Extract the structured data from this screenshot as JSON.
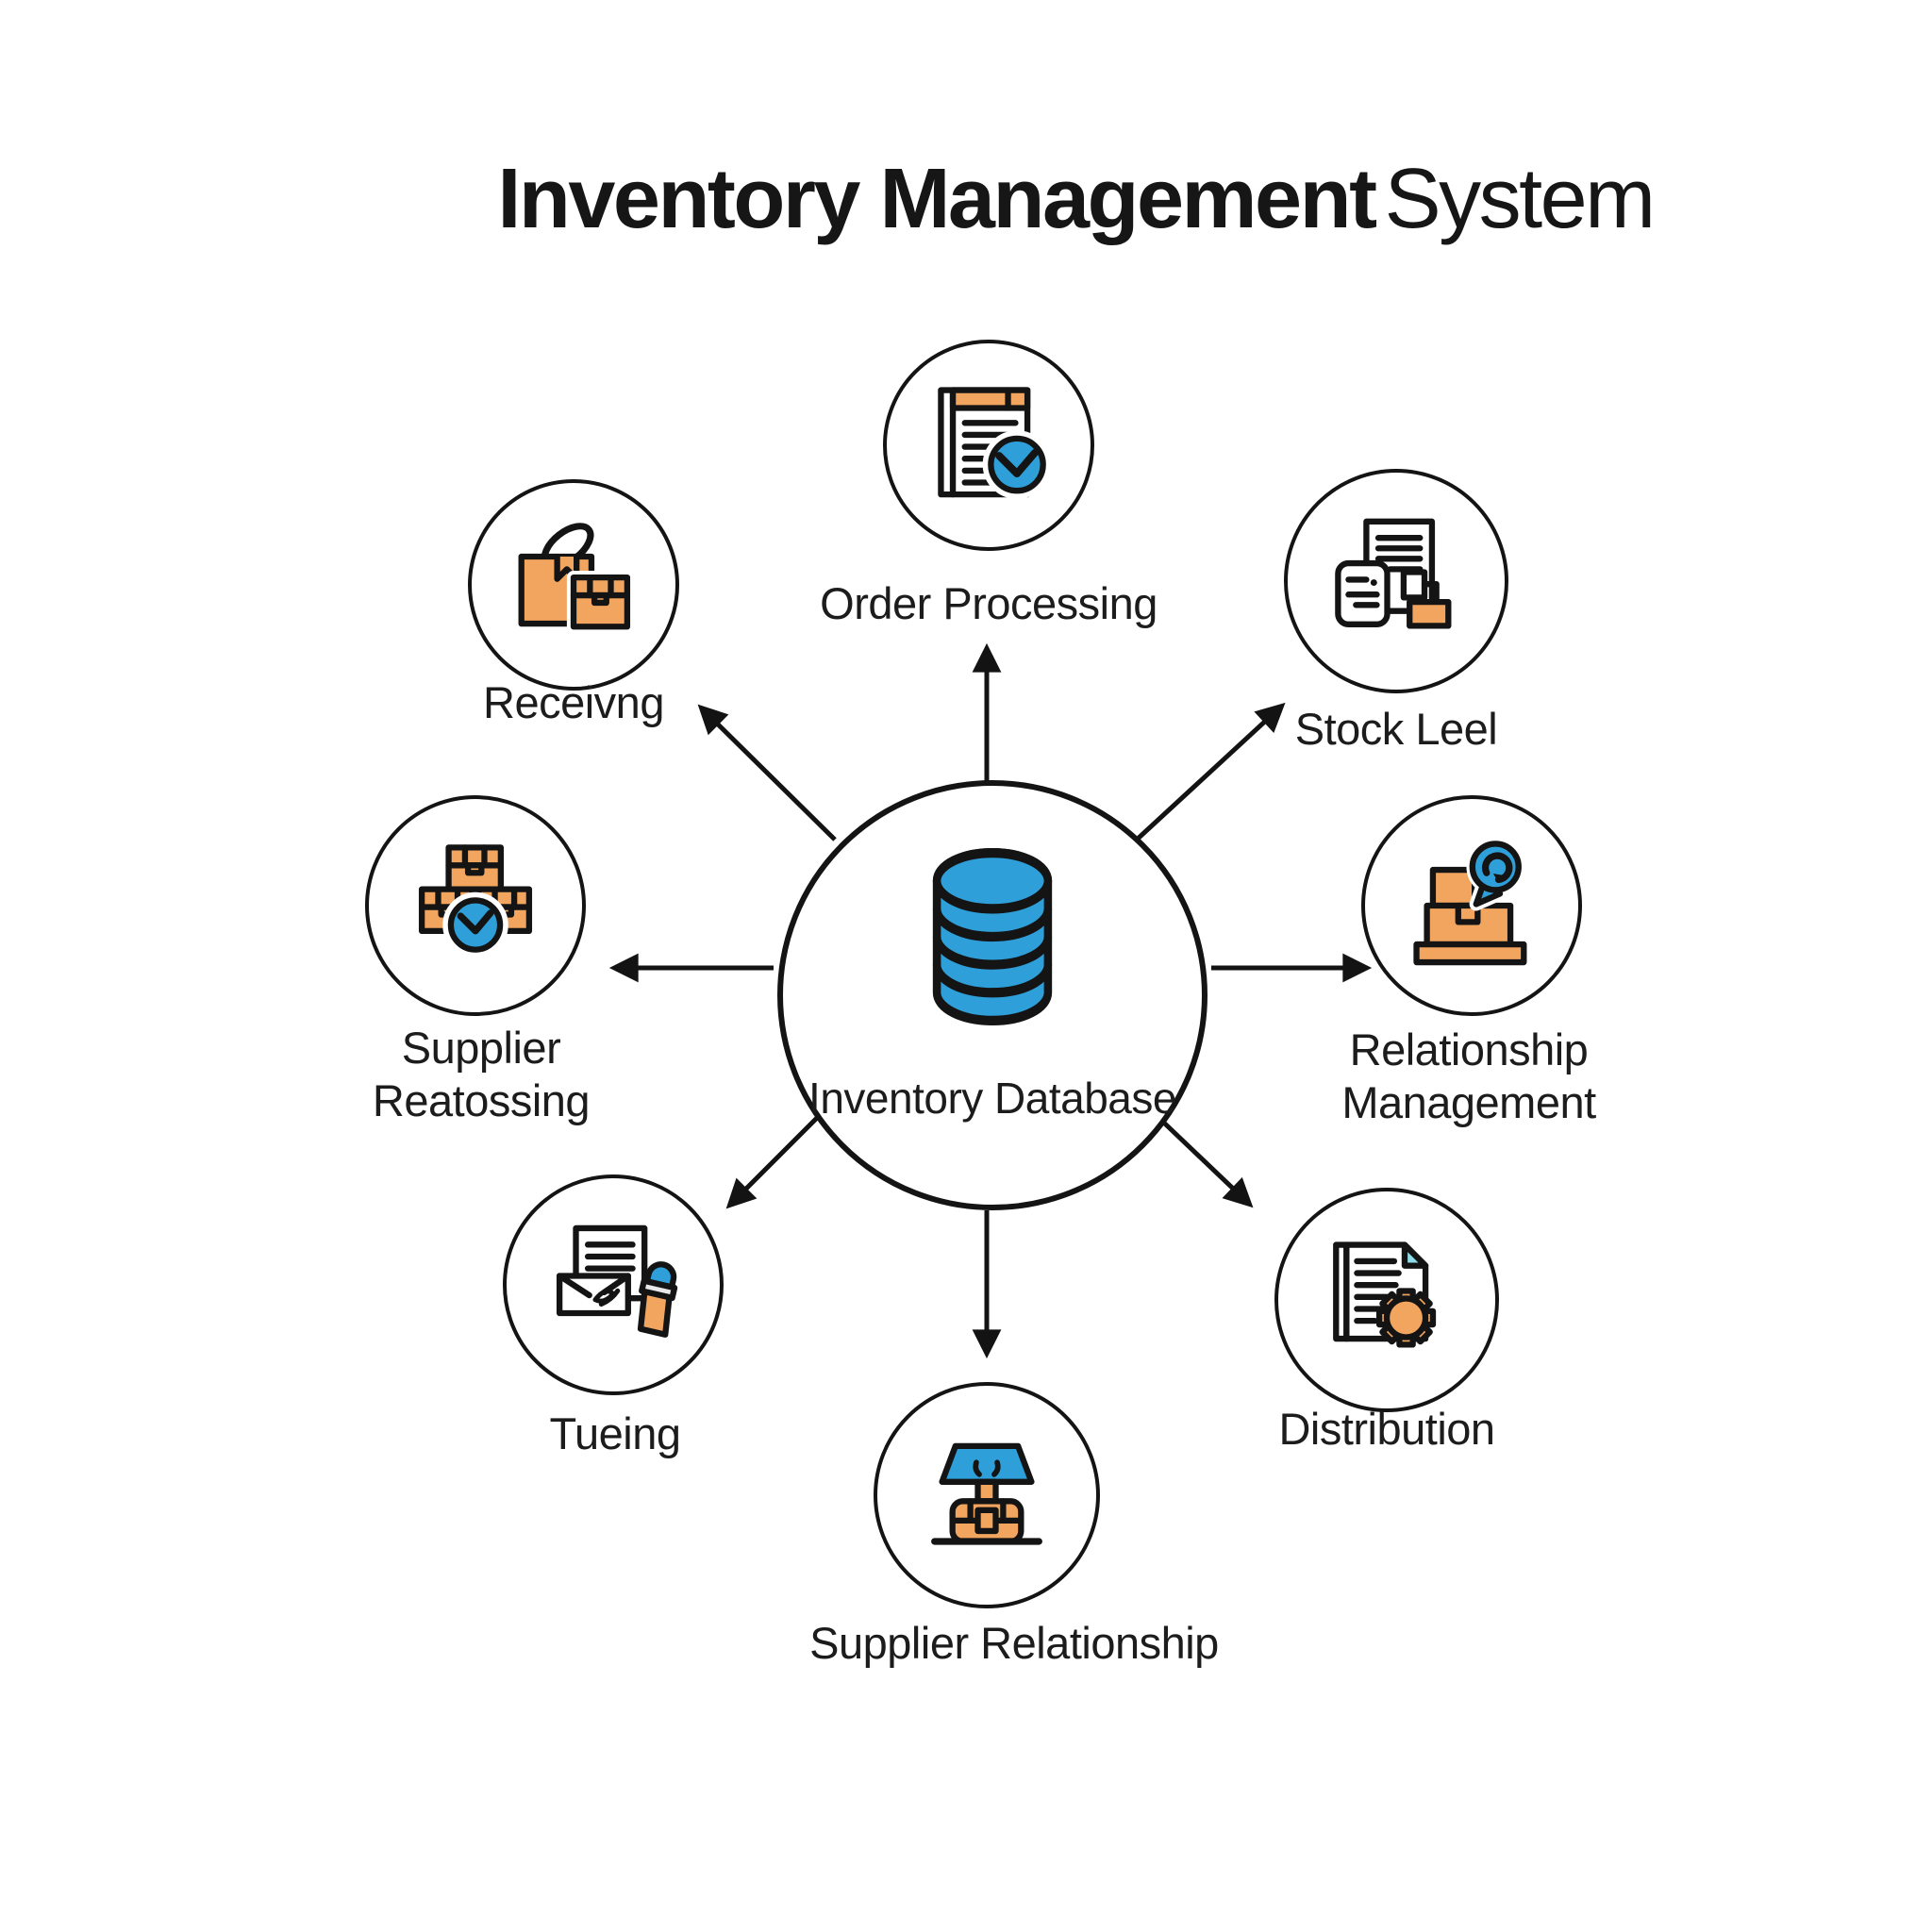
{
  "title": {
    "bold": "Inventory Management",
    "regular": "System"
  },
  "hub": {
    "label": "Inventory Database",
    "icon": "database-icon"
  },
  "nodes": [
    {
      "id": "order-processing",
      "label": "Order Processing",
      "icon": "notepad-clock-icon",
      "arrow_direction": "up"
    },
    {
      "id": "stock-level",
      "label": "Stock Leel",
      "icon": "documents-icon",
      "arrow_direction": "upper-right"
    },
    {
      "id": "relationship-management",
      "label": "Relationship\nManagement",
      "icon": "boxes-chat-icon",
      "arrow_direction": "right"
    },
    {
      "id": "distribution",
      "label": "Distribution",
      "icon": "document-gear-icon",
      "arrow_direction": "lower-right"
    },
    {
      "id": "supplier-relationship",
      "label": "Supplier Relationship",
      "icon": "market-stall-icon",
      "arrow_direction": "down"
    },
    {
      "id": "tueing",
      "label": "Tueing",
      "icon": "envelope-stamp-icon",
      "arrow_direction": "lower-left"
    },
    {
      "id": "supplier-reatossing",
      "label": "Supplier\nReatossing",
      "icon": "boxes-clock-icon",
      "arrow_direction": "left"
    },
    {
      "id": "receiving",
      "label": "Receivng",
      "icon": "packages-icon",
      "arrow_direction": "upper-left"
    }
  ],
  "colors": {
    "accent_blue": "#2e9fd9",
    "accent_orange": "#f2a55e",
    "fold_cyan": "#8edce8",
    "outline": "#141414",
    "text": "#1c1c1c",
    "background": "#ffffff"
  }
}
